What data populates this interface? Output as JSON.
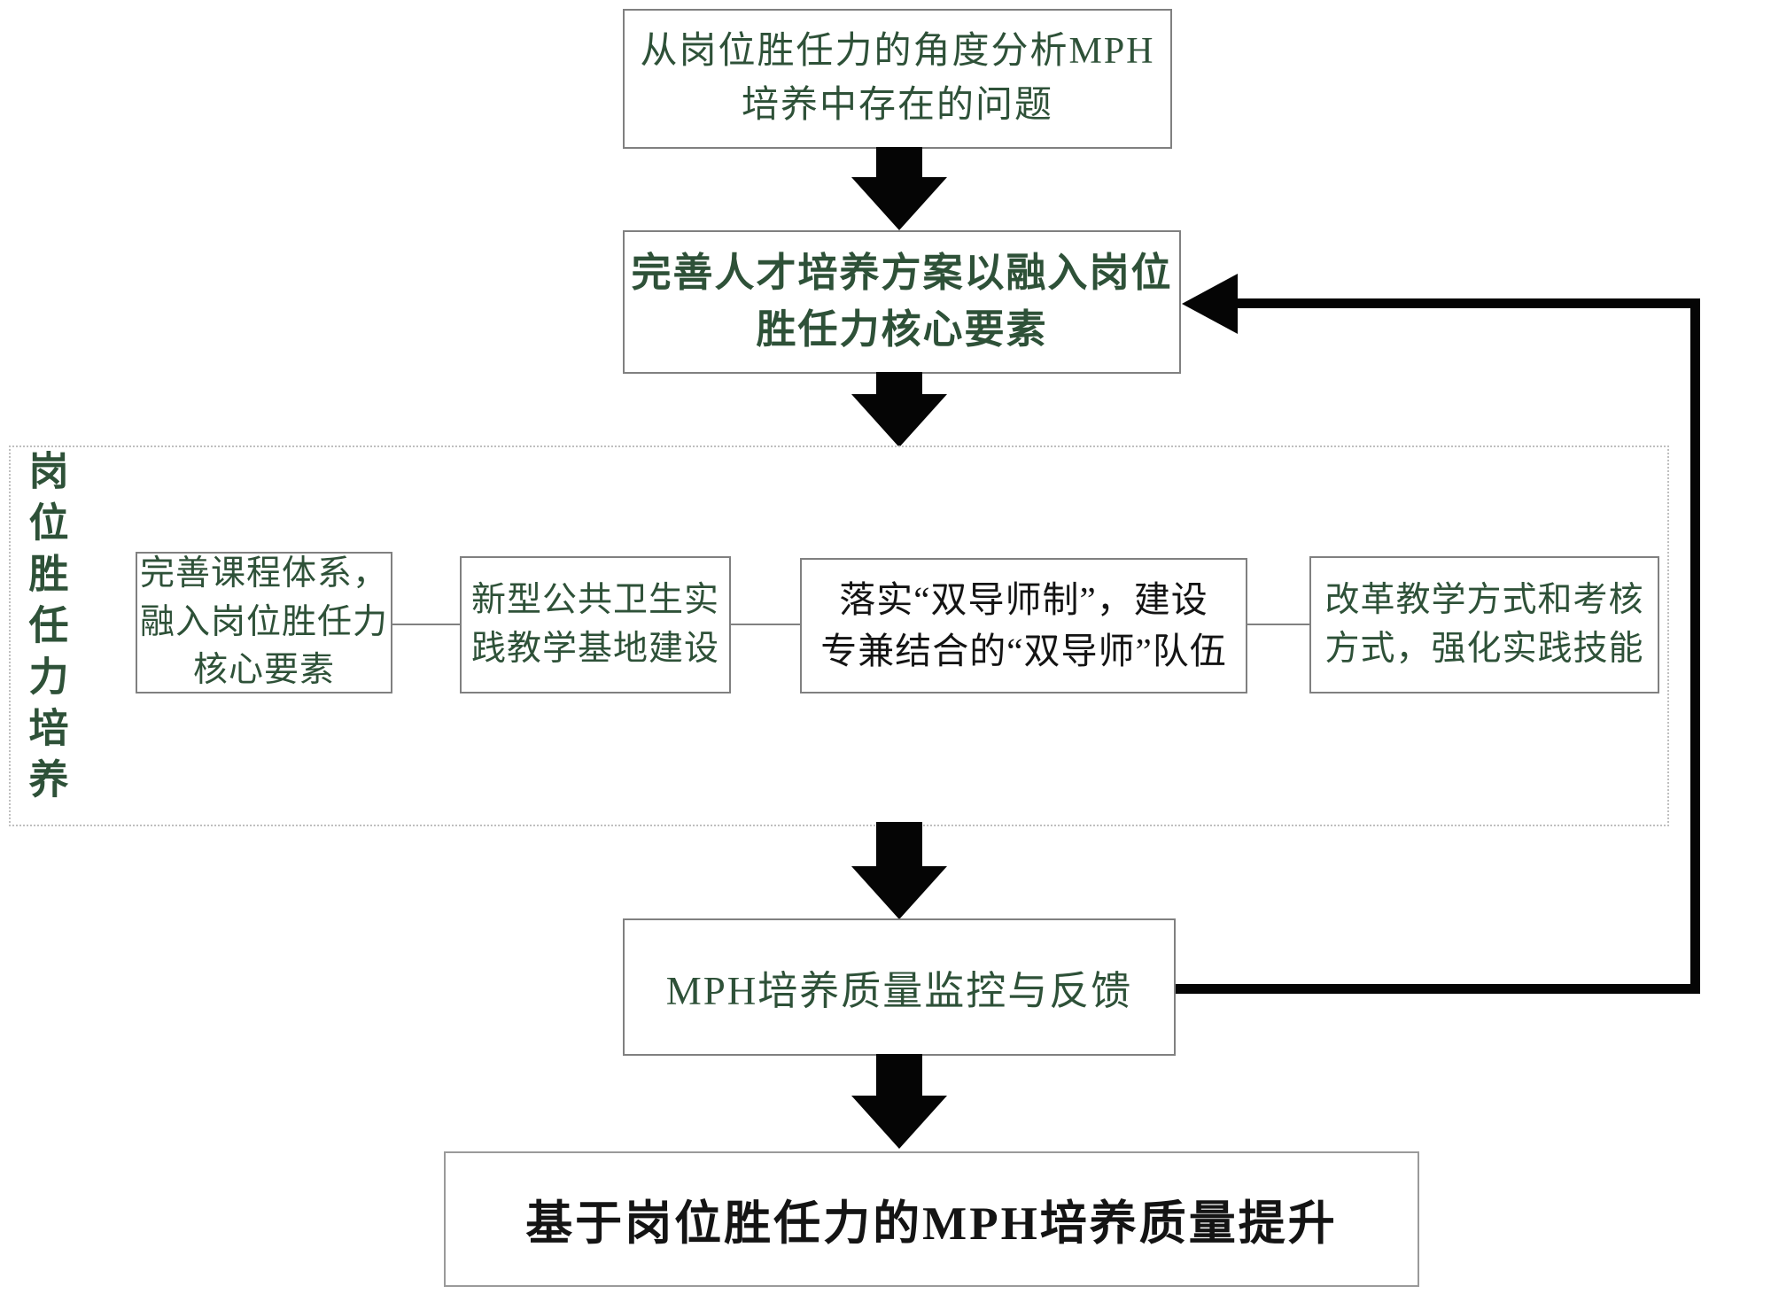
{
  "colors": {
    "green_text": "#2e5138",
    "black_text": "#141414",
    "arrow_black": "#050505",
    "box_border": "#808080",
    "dotted_border": "#bfbfbf",
    "background": "#ffffff"
  },
  "flow": {
    "box_analyze": {
      "text": "从岗位胜任力的角度分析MPH\n培养中存在的问题"
    },
    "box_plan": {
      "text": "完善人才培养方案以融入岗位\n胜任力核心要素"
    },
    "container_label": "岗位胜任力培养",
    "sub_boxes": [
      {
        "text": "完善课程体系，\n融入岗位胜任力\n核心要素"
      },
      {
        "text": "新型公共卫生实\n践教学基地建设"
      },
      {
        "text": "落实“双导师制”，建设\n专兼结合的“双导师”队伍"
      },
      {
        "text": "改革教学方式和考核\n方式，强化实践技能"
      }
    ],
    "box_monitor": {
      "text": "MPH培养质量监控与反馈"
    },
    "box_result": {
      "text": "基于岗位胜任力的MPH培养质量提升"
    }
  }
}
